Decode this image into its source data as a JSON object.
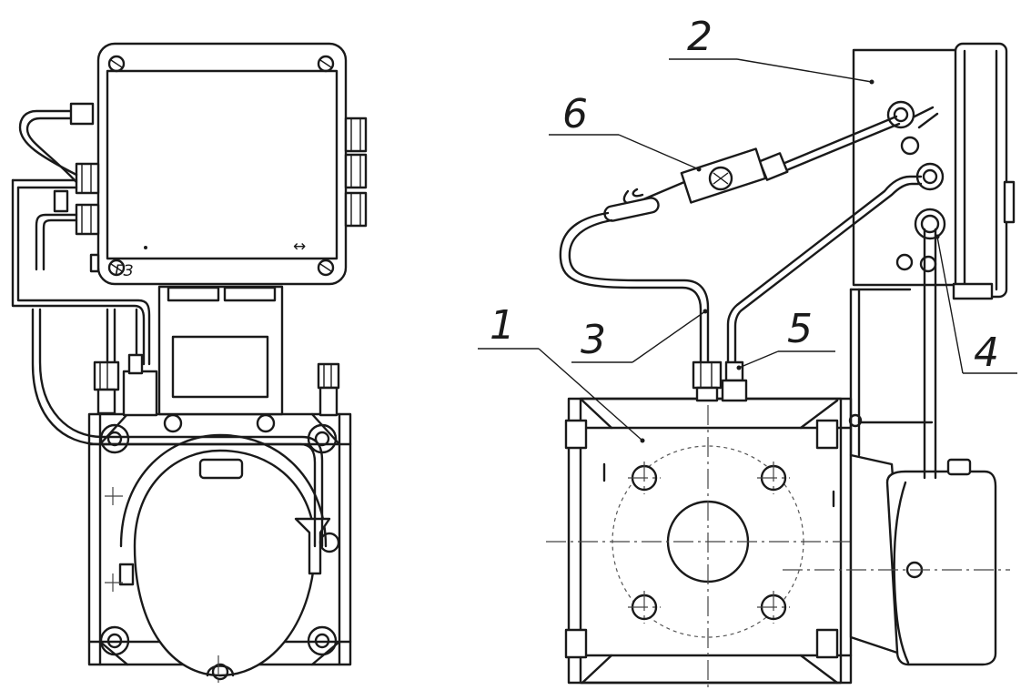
{
  "labels": {
    "l1": "1",
    "l2": "2",
    "l3": "3",
    "l4": "4",
    "l5": "5",
    "l6": "6"
  },
  "box_marking": "ГЗ"
}
